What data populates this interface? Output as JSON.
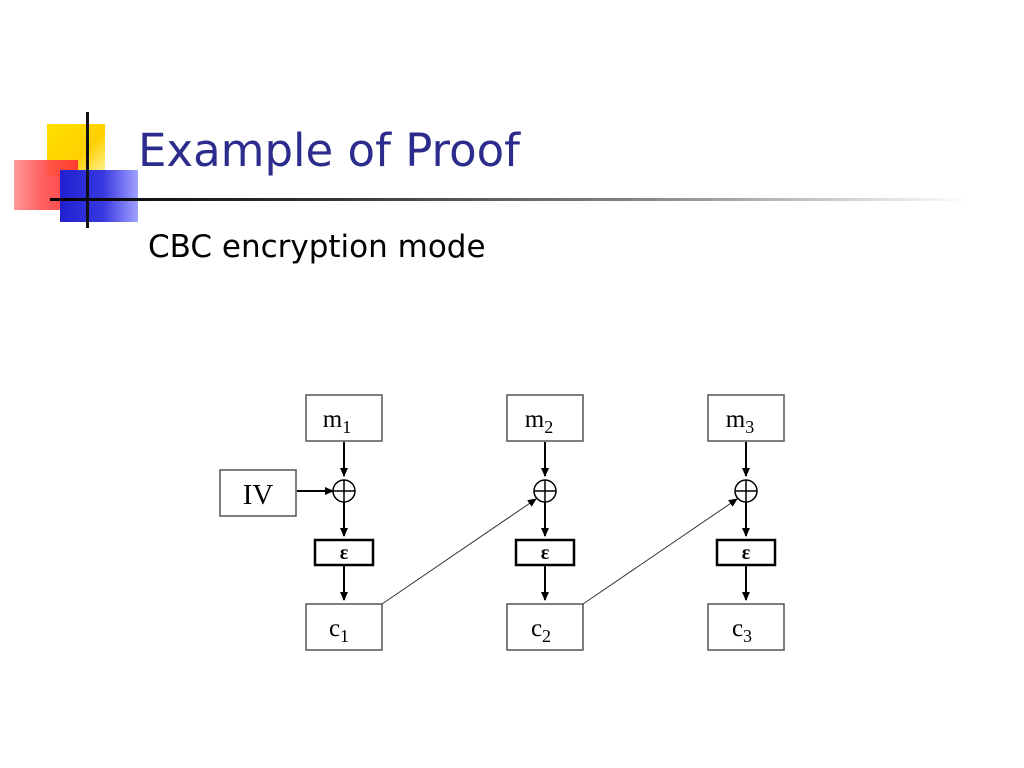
{
  "slide": {
    "title": "Example of Proof",
    "subtitle": "CBC encryption mode"
  },
  "diagram": {
    "iv": "IV",
    "xor_symbol": "⊕",
    "encrypt_symbol": "ε",
    "blocks": [
      {
        "m_base": "m",
        "m_sub": "1",
        "c_base": "c",
        "c_sub": "1"
      },
      {
        "m_base": "m",
        "m_sub": "2",
        "c_base": "c",
        "c_sub": "2"
      },
      {
        "m_base": "m",
        "m_sub": "3",
        "c_base": "c",
        "c_sub": "3"
      }
    ]
  },
  "colors": {
    "title": "#2c2c8c",
    "logo_yellow": "#ffd000",
    "logo_red": "#ff3030",
    "logo_blue": "#2020d0"
  }
}
